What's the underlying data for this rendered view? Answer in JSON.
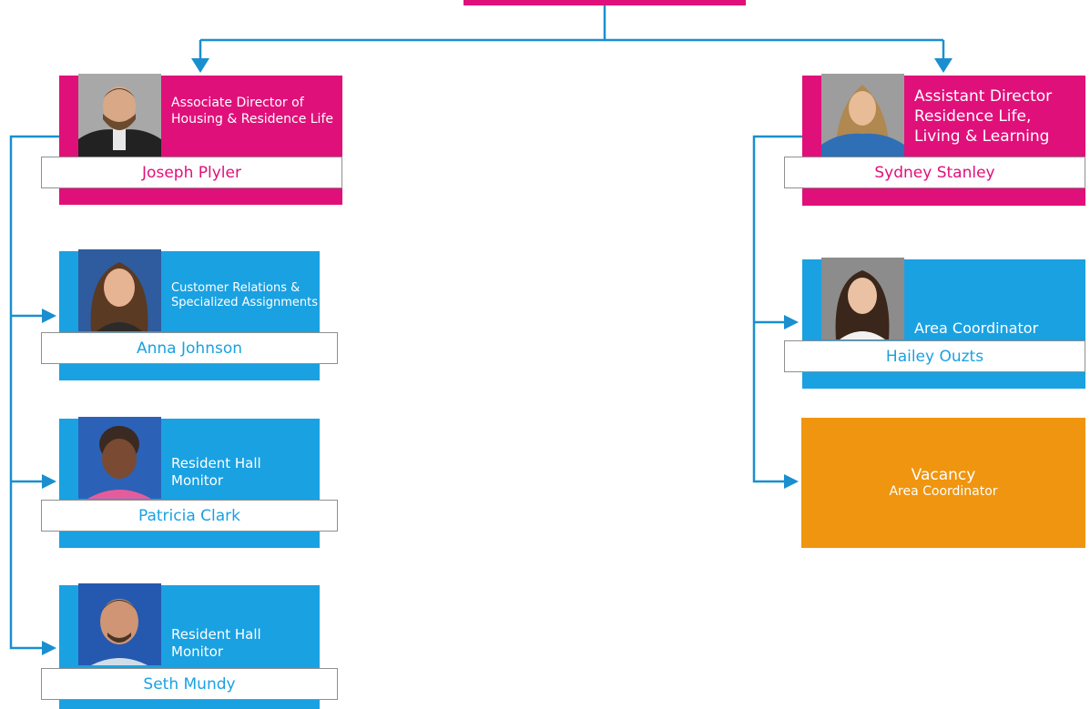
{
  "colors": {
    "magenta": "#e0107a",
    "blue": "#1aa1e2",
    "orange": "#f0950f",
    "connector": "#1a8fd0"
  },
  "nodes": {
    "joseph": {
      "role": "Associate Director of Housing & Residence Life",
      "name": "Joseph Plyler"
    },
    "sydney": {
      "role": "Assistant Director Residence Life, Living & Learning",
      "name": "Sydney Stanley"
    },
    "anna": {
      "role": "Customer Relations & Specialized Assignments",
      "name": "Anna Johnson"
    },
    "patricia": {
      "role": "Resident Hall Monitor",
      "name": "Patricia Clark"
    },
    "seth": {
      "role": "Resident Hall Monitor",
      "name": "Seth Mundy"
    },
    "hailey": {
      "role": "Area Coordinator",
      "name": "Hailey Ouzts"
    },
    "vacancy": {
      "title": "Vacancy",
      "role": "Area Coordinator"
    }
  }
}
